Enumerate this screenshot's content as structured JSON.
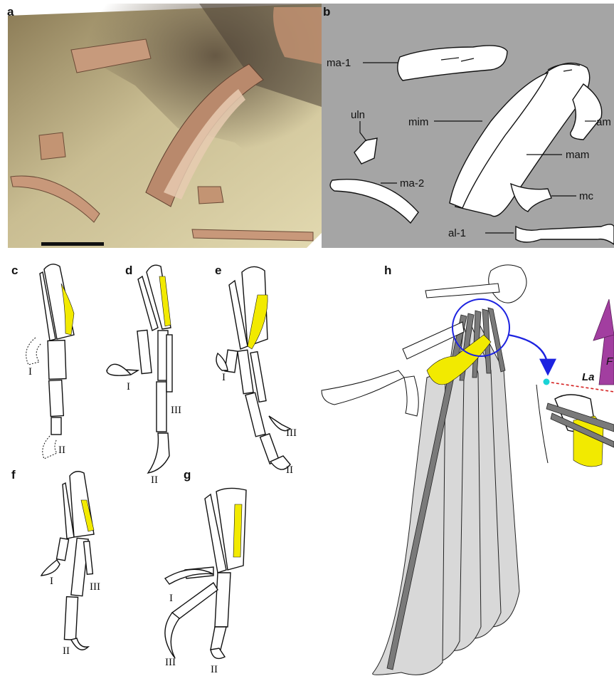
{
  "panels": {
    "a": "a",
    "b": "b",
    "c": "c",
    "d": "d",
    "e": "e",
    "f": "f",
    "g": "g",
    "h": "h"
  },
  "panel_b_labels": {
    "ma1": "ma-1",
    "uln": "uln",
    "mim": "mim",
    "am": "am",
    "mam": "mam",
    "ma2": "ma-2",
    "mc": "mc",
    "al1": "al-1"
  },
  "digit_labels": {
    "I": "I",
    "II": "II",
    "III": "III"
  },
  "panel_h_labels": {
    "la": "La",
    "f": "F"
  },
  "colors": {
    "matrix": "#d9cfa4",
    "drawing_bg": "#a5a5a5",
    "highlight": "#f2ea00",
    "feather": "#d8d8d8",
    "arrow": "#1c22e0",
    "force": "#a23ea0",
    "marker": "#19d3d6",
    "dashed": "#d42020"
  }
}
